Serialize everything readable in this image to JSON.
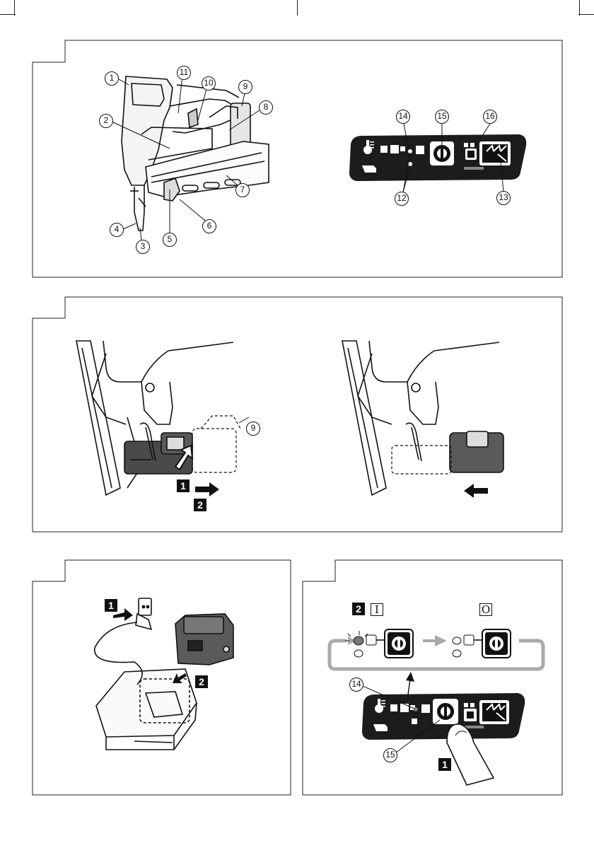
{
  "panel1": {
    "callouts": [
      "1",
      "2",
      "3",
      "4",
      "5",
      "6",
      "7",
      "8",
      "9",
      "10",
      "11",
      "12",
      "13",
      "14",
      "15",
      "16"
    ]
  },
  "panel2": {
    "callouts": [
      "9"
    ],
    "steps": [
      "1",
      "2"
    ]
  },
  "panel3": {
    "steps": [
      "1",
      "2"
    ]
  },
  "panel4": {
    "steps": [
      "2",
      "1"
    ],
    "mode_on": "I",
    "mode_off": "O",
    "callouts": [
      "14",
      "15"
    ]
  }
}
